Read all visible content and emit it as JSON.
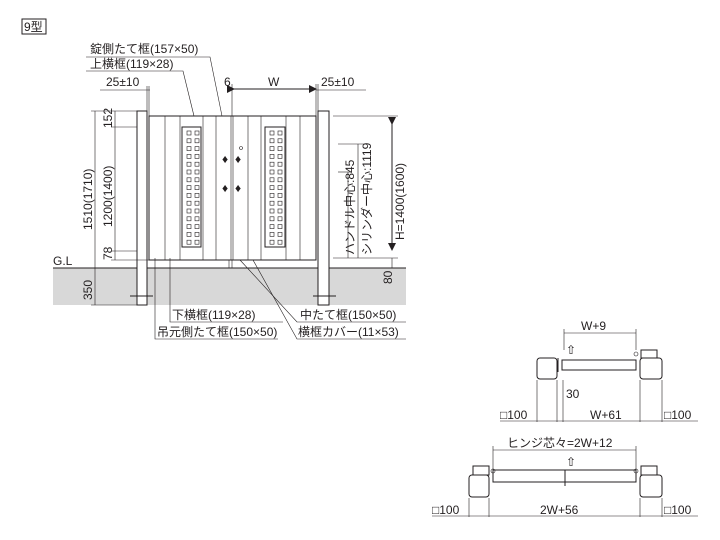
{
  "type_label": "9型",
  "elevation": {
    "labels": {
      "lock_stile": "錠側たて框(157×50)",
      "top_rail": "上横框(119×28)",
      "bottom_rail": "下横框(119×28)",
      "hinge_stile": "吊元側たて框(150×50)",
      "middle_stile": "中たて框(150×50)",
      "rail_cover": "横框カバー(11×53)"
    },
    "dims": {
      "clearance_left": "25±10",
      "clearance_right": "25±10",
      "gap": "6",
      "width": "W",
      "total_height": "1510(1710)",
      "panel_height": "1200(1400)",
      "top_offset": "152",
      "bottom_offset": "78",
      "embed": "350",
      "ground_gap": "80",
      "height": "H=1400(1600)",
      "cylinder_center": "シリンダー中心:1119",
      "handle_center": "ハンドル中心:845",
      "ground_line": "G.L"
    }
  },
  "plan_single": {
    "top_dim": "W+9",
    "offset": "30",
    "post_left": "□100",
    "post_right": "□100",
    "bottom_dim": "W+61"
  },
  "plan_double": {
    "hinge_dim": "ヒンジ芯々=2W+12",
    "post_left": "□100",
    "post_right": "□100",
    "bottom_dim": "2W+56"
  }
}
